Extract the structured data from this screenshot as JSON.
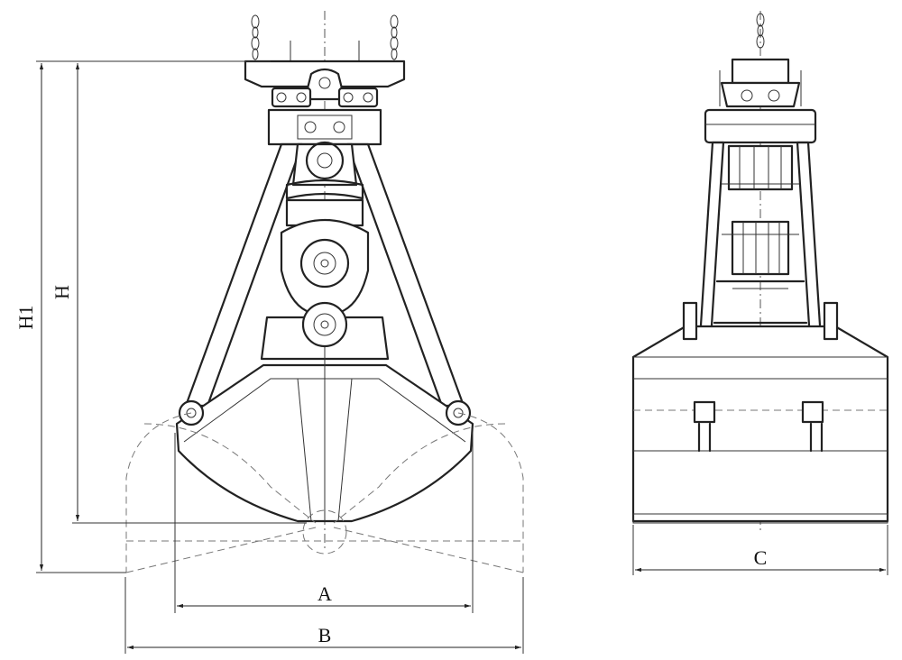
{
  "dimensions": {
    "A": "A",
    "B": "B",
    "C": "C",
    "H": "H",
    "H1": "H1"
  }
}
